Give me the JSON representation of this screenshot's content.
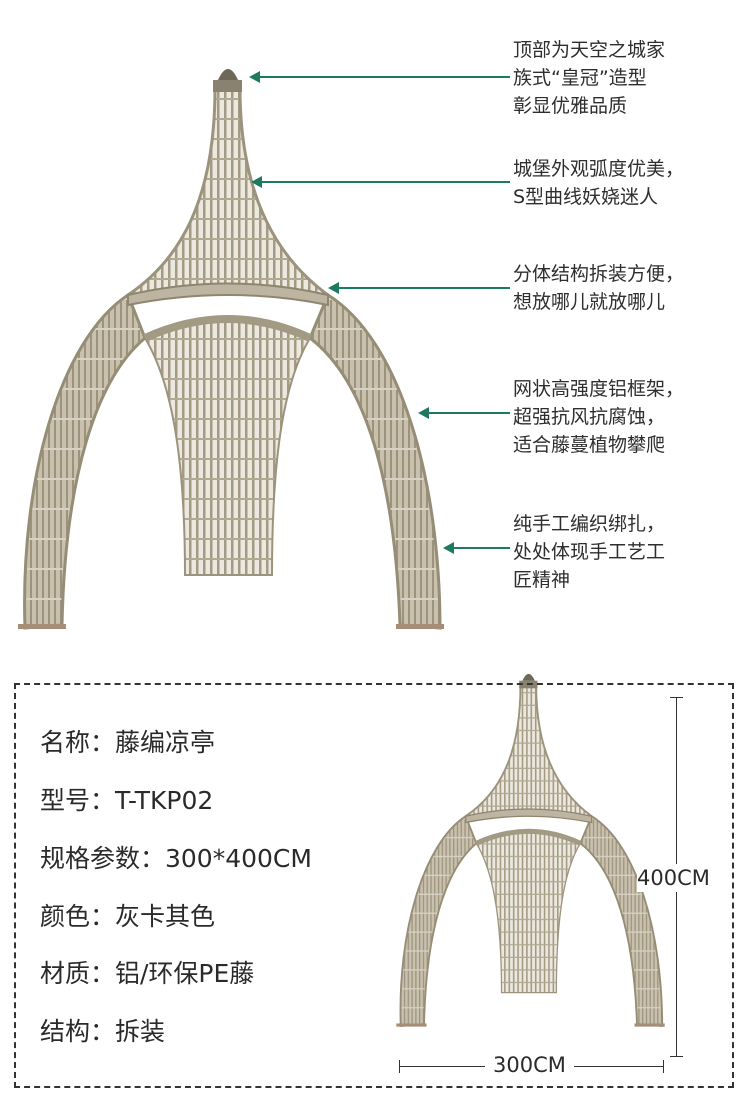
{
  "callouts": [
    {
      "text": "顶部为天空之城家\n族式“皇冠”造型\n彰显优雅品质"
    },
    {
      "text": "城堡外观弧度优美，\nS型曲线妖娆迷人"
    },
    {
      "text": "分体结构拆装方便，\n想放哪儿就放哪儿"
    },
    {
      "text": "网状高强度铝框架，\n超强抗风抗腐蚀，\n适合藤蔓植物攀爬"
    },
    {
      "text": "纯手工编织绑扎，\n处处体现手工艺工\n匠精神"
    }
  ],
  "specs": [
    {
      "text": "名称：藤编凉亭"
    },
    {
      "text": "型号：T-TKP02"
    },
    {
      "text": "规格参数：300*400CM"
    },
    {
      "text": "颜色：灰卡其色"
    },
    {
      "text": "材质：铝/环保PE藤"
    },
    {
      "text": "结构：拆装"
    }
  ],
  "dimensions": {
    "height": "400CM",
    "width": "300CM"
  },
  "colors": {
    "arrow": "#1d7a5f",
    "rattan": "#a89e88"
  }
}
